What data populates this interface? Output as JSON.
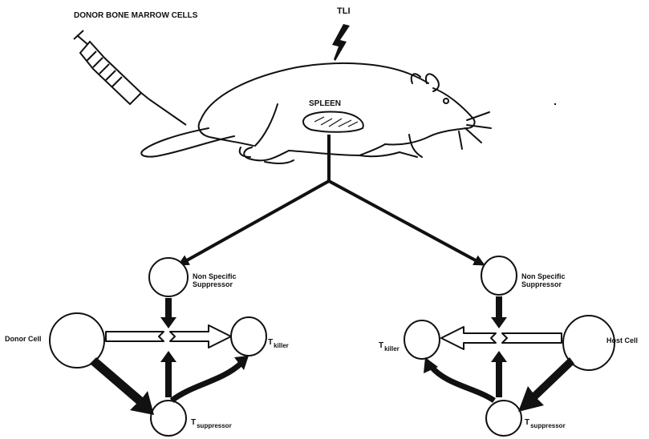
{
  "labels": {
    "donor_bone_marrow": "DONOR BONE MARROW CELLS",
    "tli": "TLI",
    "spleen": "SPLEEN"
  },
  "left_branch": {
    "nonspecific_line1": "Non Specific",
    "nonspecific_line2": "Suppressor",
    "donor_cell": "Donor Cell",
    "t_prefix": "T",
    "killer_sub": "killer",
    "suppressor_sub": "suppressor"
  },
  "right_branch": {
    "nonspecific_line1": "Non Specific",
    "nonspecific_line2": "Suppressor",
    "host_cell": "Host Cell",
    "t_prefix": "T",
    "killer_sub": "killer",
    "suppressor_sub": "suppressor"
  },
  "colors": {
    "ink": "#111111",
    "paper": "#ffffff"
  }
}
